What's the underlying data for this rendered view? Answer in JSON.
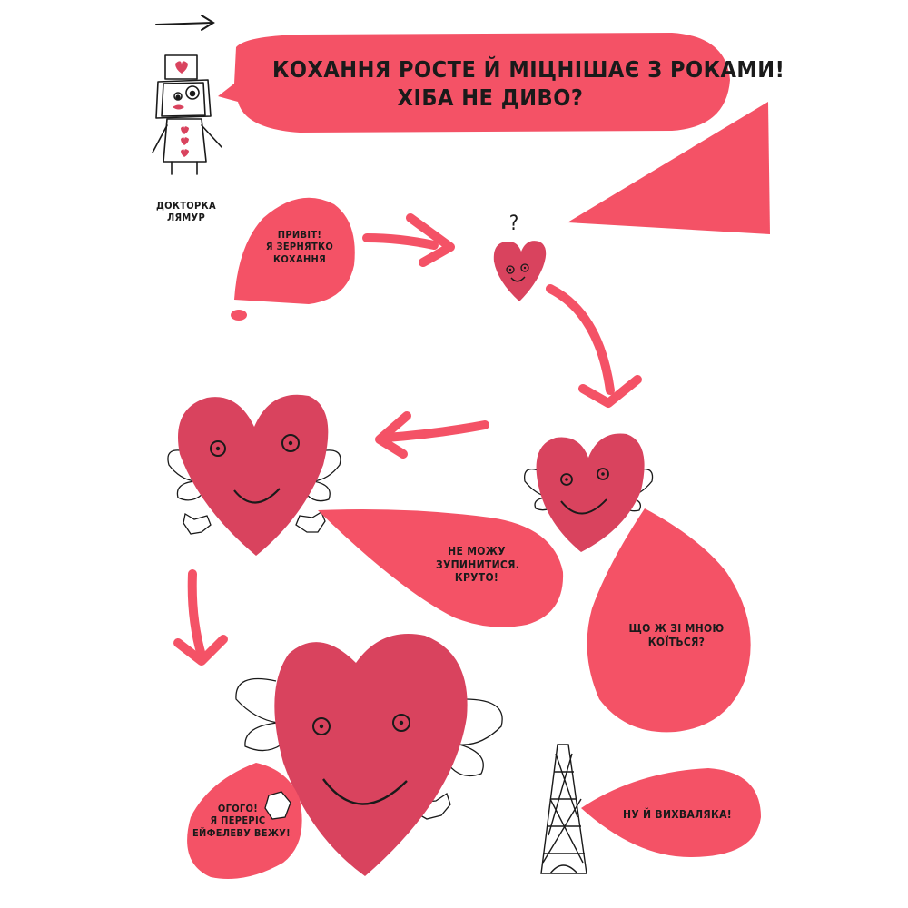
{
  "title": {
    "line1": "КОХАННЯ РОСТЕ Й МІЦНІШАЄ З РОКАМИ!",
    "line2": "ХІБА НЕ ДИВО?"
  },
  "doctor": {
    "caption_line1": "ДОКТОРКА",
    "caption_line2": "ЛЯМУР"
  },
  "bubbles": {
    "seed": {
      "line1": "ПРИВІТ!",
      "line2": "Я ЗЕРНЯТКО",
      "line3": "КОХАННЯ"
    },
    "question_mark": "?",
    "cant_stop": {
      "line1": "НЕ МОЖУ",
      "line2": "ЗУПИНИТИСЯ.",
      "line3": "КРУТО!"
    },
    "whats_happening": {
      "line1": "ЩО Ж ЗІ МНОЮ",
      "line2": "КОЇТЬСЯ?"
    },
    "eiffel": {
      "line1": "ОГОГО!",
      "line2": "Я ПЕРЕРІС",
      "line3": "ЕЙФЕЛЕВУ ВЕЖУ!"
    },
    "showoff": {
      "line1": "НУ Й ВИХВАЛЯКА!"
    }
  },
  "colors": {
    "bubble": "#f45266",
    "heart": "#d9435e",
    "ink": "#1a1a1a",
    "background": "#ffffff"
  }
}
